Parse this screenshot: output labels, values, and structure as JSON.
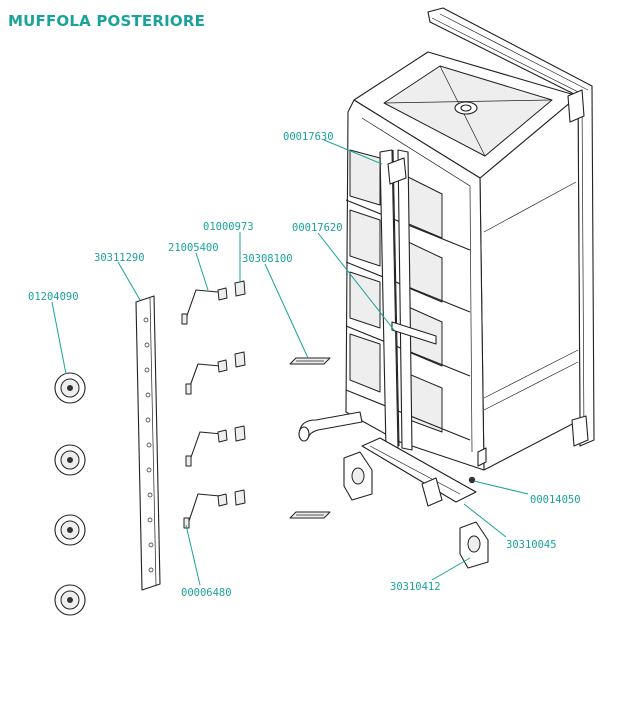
{
  "title": "MUFFOLA POSTERIORE",
  "colors": {
    "accent": "#1aa39a",
    "line": "#222222"
  },
  "labels": {
    "p00017630": "00017630",
    "p01000973": "01000973",
    "p21005400": "21005400",
    "p00017620": "00017620",
    "p30311290": "30311290",
    "p30308100": "30308100",
    "p01204090": "01204090",
    "p00014050": "00014050",
    "p30310045": "30310045",
    "p00006480": "00006480",
    "p30310412": "30310412"
  }
}
